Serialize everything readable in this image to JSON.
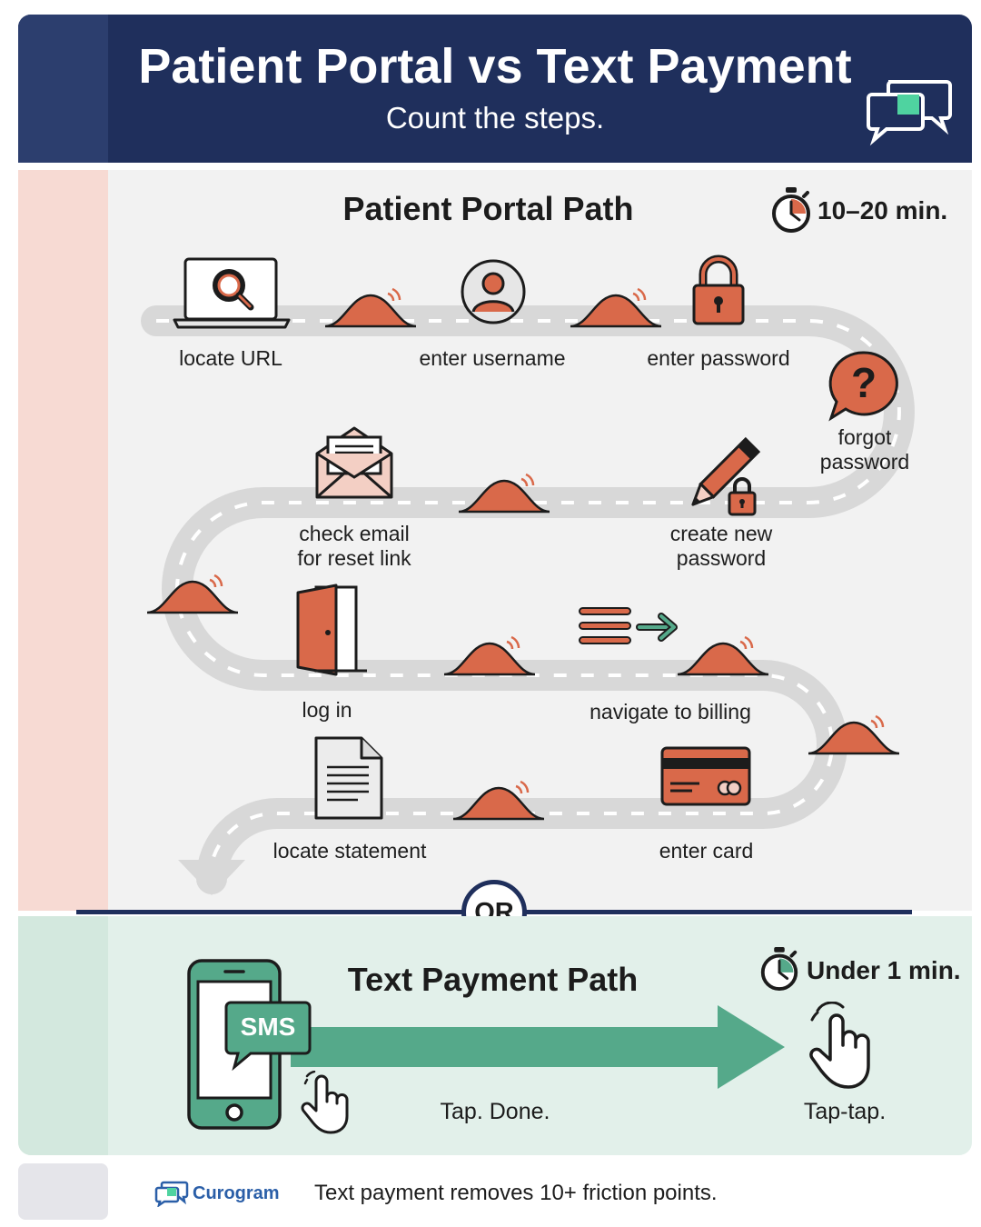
{
  "header": {
    "title": "Patient Portal vs Text Payment",
    "subtitle": "Count the steps."
  },
  "portal": {
    "title": "Patient Portal Path",
    "time": "10–20 min.",
    "steps": {
      "locate_url": "locate URL",
      "enter_username": "enter username",
      "enter_password": "enter password",
      "forgot_1": "forgot",
      "forgot_2": "password",
      "check_email_1": "check email",
      "check_email_2": "for reset link",
      "create_new_1": "create new",
      "create_new_2": "password",
      "log_in": "log in",
      "navigate_billing": "navigate to billing",
      "locate_statement": "locate statement",
      "enter_card": "enter card"
    }
  },
  "divider": {
    "label": "OR"
  },
  "text_payment": {
    "title": "Text Payment Path",
    "time": "Under 1 min.",
    "sms_label": "SMS",
    "tap_done": "Tap. Done.",
    "tap_tap": "Tap-tap."
  },
  "footer": {
    "brand": "Curogram",
    "tagline": "Text payment removes 10+ friction points."
  },
  "colors": {
    "navy": "#1f2f5c",
    "bump": "#d9694a",
    "green": "#55a98a",
    "portal_bg": "#f2f2f2",
    "text_bg": "#e2f0ea"
  }
}
